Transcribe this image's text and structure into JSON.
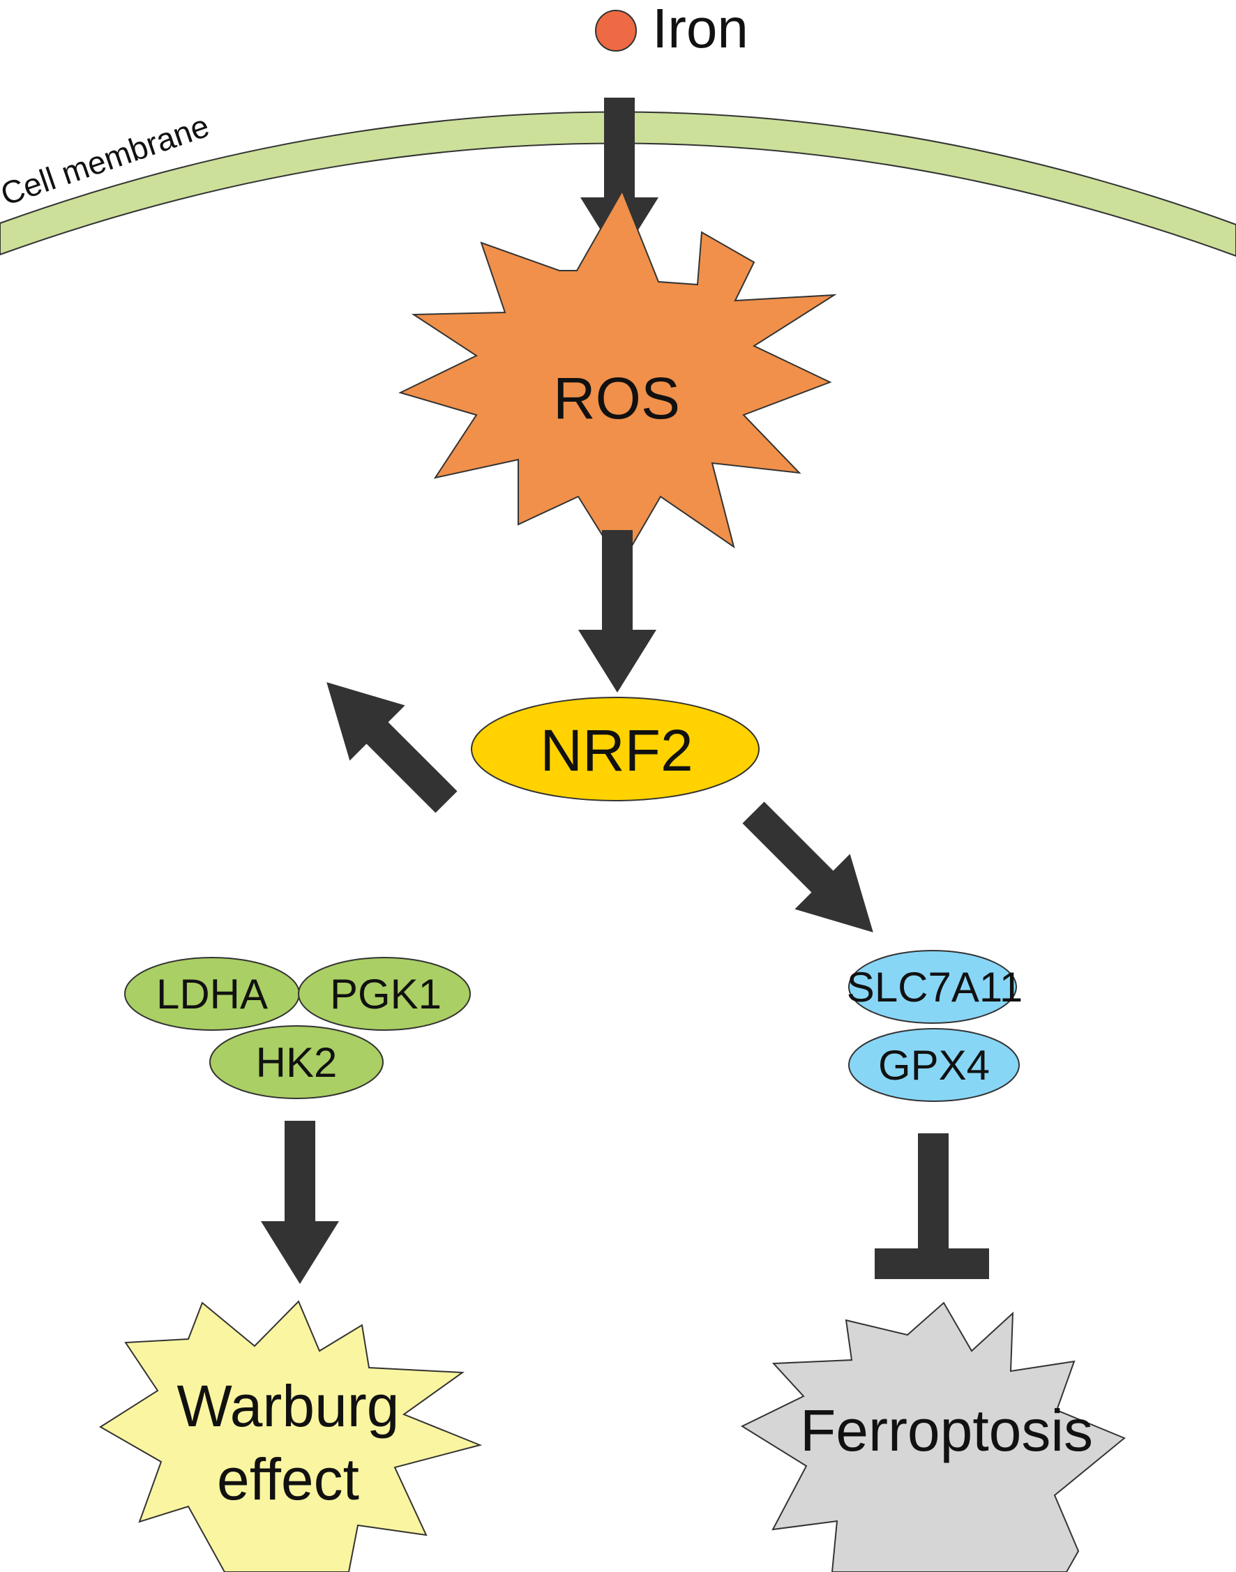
{
  "labels": {
    "iron": "Iron",
    "cell_membrane": "Cell membrane",
    "ros": "ROS",
    "nrf2": "NRF2",
    "ldha": "LDHA",
    "pgk1": "PGK1",
    "hk2": "HK2",
    "slc7a11": "SLC7A11",
    "gpx4": "GPX4",
    "warburg_line1": "Warburg",
    "warburg_line2": "effect",
    "ferroptosis": "Ferroptosis"
  },
  "colors": {
    "iron": "#EE6A44",
    "membrane": "#CCE09A",
    "ros": "#F0904A",
    "nrf2": "#FFD200",
    "glycolysis_enzymes": "#AACF64",
    "ferroptosis_regulators": "#88D6F6",
    "warburg": "#FAF5A0",
    "ferroptosis": "#D6D6D6",
    "arrow": "#333333"
  }
}
